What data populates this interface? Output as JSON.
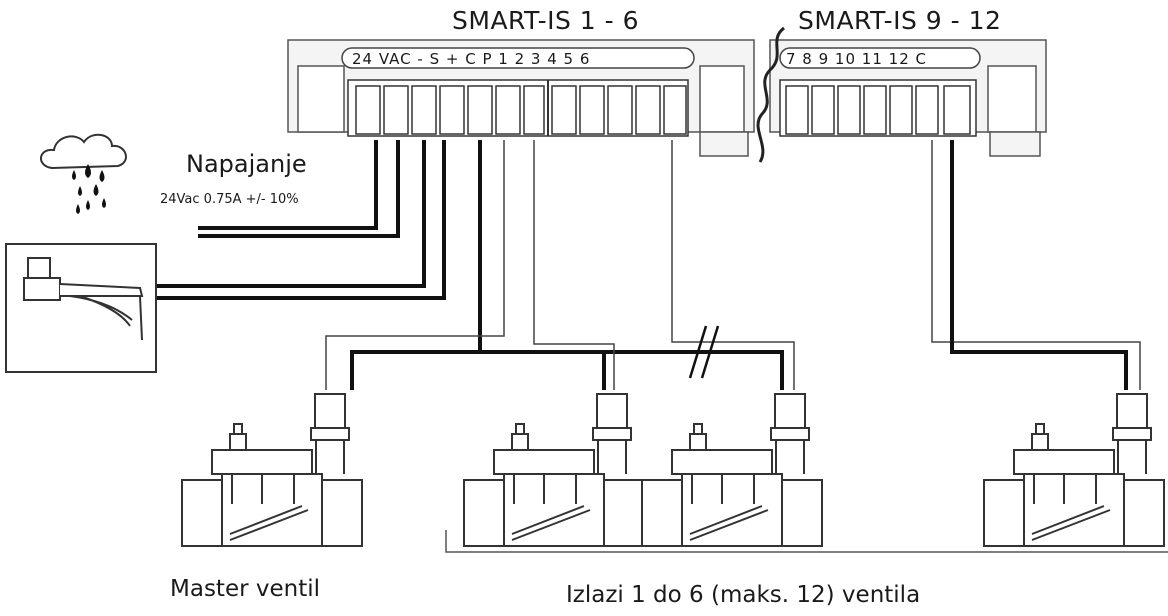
{
  "controller": {
    "module_main_title": "SMART-IS 1 - 6",
    "module_ext_title": "SMART-IS 9 - 12",
    "main_terminals": "24 VAC - S + C   P   1   2   3   4   5   6",
    "ext_terminals": "7  8  9  10 11 12 C"
  },
  "power": {
    "title": "Napajanje",
    "spec": "24Vac 0.75A  +/- 10%"
  },
  "captions": {
    "master_valve": "Master ventil",
    "outputs": "Izlazi 1 do 6 (maks. 12) ventila"
  },
  "icons": {
    "rain": "rain-cloud-icon",
    "sensor": "rain-sensor-icon",
    "valve": "solenoid-valve-icon"
  },
  "colors": {
    "line": "#111111",
    "stroke": "#333333",
    "panel": "#f4f4f4"
  }
}
